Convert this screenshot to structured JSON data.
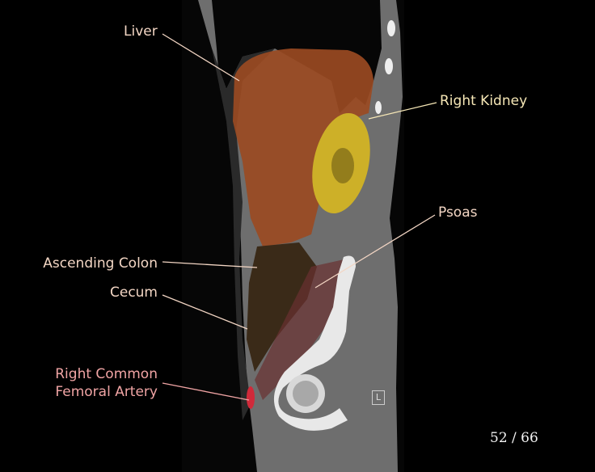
{
  "labels": {
    "liver": "Liver",
    "right_kidney": "Right Kidney",
    "psoas": "Psoas",
    "ascending_colon": "Ascending Colon",
    "cecum": "Cecum",
    "femoral_line1": "Right Common",
    "femoral_line2": "Femoral Artery"
  },
  "orientation_marker": "L",
  "pagination": {
    "text": "52 / 66",
    "current": 52,
    "total": 66
  },
  "colors": {
    "label": "#f3d6c4",
    "kidney_label": "#f6e7b6",
    "artery_label": "#f0a4a4",
    "liver_overlay": "#a0522d",
    "kidney_overlay": "#d4b628",
    "artery_overlay": "#d02a3a"
  }
}
